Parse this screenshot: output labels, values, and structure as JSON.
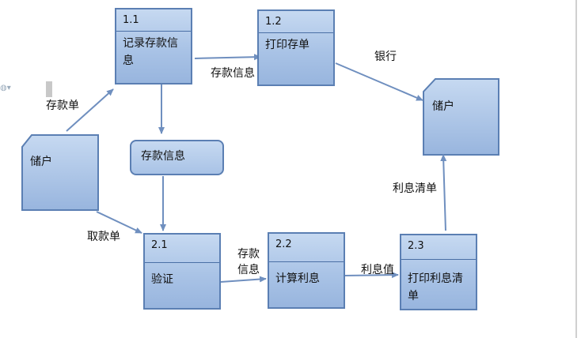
{
  "processes": [
    {
      "id": "1.1",
      "label": "记录存款信息"
    },
    {
      "id": "1.2",
      "label": "打印存单"
    },
    {
      "id": "2.1",
      "label": "验证"
    },
    {
      "id": "2.2",
      "label": "计算利息"
    },
    {
      "id": "2.3",
      "label": "打印利息清单"
    }
  ],
  "entities": [
    {
      "label": "储户"
    },
    {
      "label": "储户"
    }
  ],
  "store": {
    "label": "存款信息"
  },
  "flows": {
    "deposit_slip": "存款单",
    "deposit_info_1": "存款信息",
    "bank": "银行",
    "withdraw_slip": "取款单",
    "deposit_info_2": "存款\n信息",
    "interest_value": "利息值",
    "interest_list": "利息清单"
  },
  "colors": {
    "fill": "#a9c3e6",
    "border": "#5b7fb3",
    "arrow": "#6f8fbf"
  }
}
